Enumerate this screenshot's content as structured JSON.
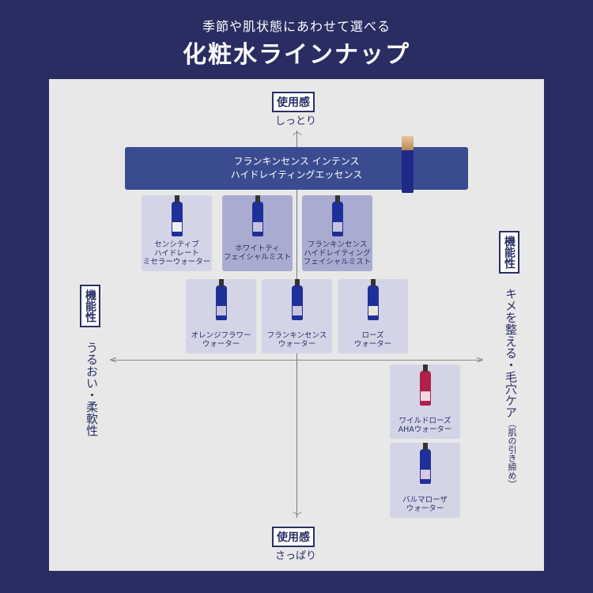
{
  "header": {
    "subtitle": "季節や肌状態にあわせて選べる",
    "title": "化粧水ラインナップ"
  },
  "axes": {
    "top": {
      "label": "使用感",
      "value": "しっとり"
    },
    "bottom": {
      "label": "使用感",
      "value": "さっぱり"
    },
    "left": {
      "label": "機能性",
      "value": "うるおい・柔軟性"
    },
    "right": {
      "label": "機能性",
      "value": "キメを整える・毛穴ケア",
      "note": "（肌の引き締め）"
    }
  },
  "banner": {
    "line1": "フランキンセンス インテンス",
    "line2": "ハイドレイティングエッセンス"
  },
  "products": [
    {
      "lines": [
        "センシティブ",
        "ハイドレート",
        "ミセラーウォーター"
      ]
    },
    {
      "lines": [
        "ホワイトティ",
        "フェイシャルミスト"
      ]
    },
    {
      "lines": [
        "フランキンセンス",
        "ハイドレイティング",
        "フェイシャルミスト"
      ]
    },
    {
      "lines": [
        "オレンジフラワー",
        "ウォーター"
      ]
    },
    {
      "lines": [
        "フランキンセンス",
        "ウォーター"
      ]
    },
    {
      "lines": [
        "ローズ",
        "ウォーター"
      ]
    },
    {
      "lines": [
        "ワイルドローズ",
        "AHAウォーター"
      ]
    },
    {
      "lines": [
        "バルマローザ",
        "ウォーター"
      ]
    }
  ],
  "colors": {
    "background": "#292d62",
    "panel": "#e8e8e8",
    "banner": "#3b4b8f"
  }
}
